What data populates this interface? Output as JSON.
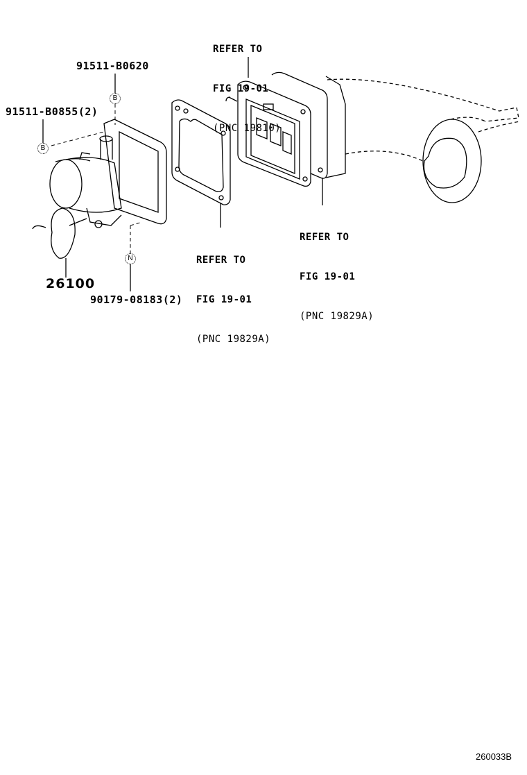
{
  "diagram": {
    "figure_id": "260033B",
    "callouts": [
      {
        "id": "c1",
        "part_number": "91511-B0620",
        "marker": "B"
      },
      {
        "id": "c2",
        "part_number": "91511-B0855(2)",
        "marker": "B"
      },
      {
        "id": "c3",
        "part_number": "26100"
      },
      {
        "id": "c4",
        "part_number": "90179-08183(2)",
        "marker": "N"
      }
    ],
    "references": [
      {
        "id": "r1",
        "line1": "REFER TO",
        "line2": "FIG 19-01",
        "line3": "(PNC 19810)"
      },
      {
        "id": "r2",
        "line1": "REFER TO",
        "line2": "FIG 19-01",
        "line3": "(PNC 19829A)"
      },
      {
        "id": "r3",
        "line1": "REFER TO",
        "line2": "FIG 19-01",
        "line3": "(PNC 19829A)"
      }
    ]
  }
}
